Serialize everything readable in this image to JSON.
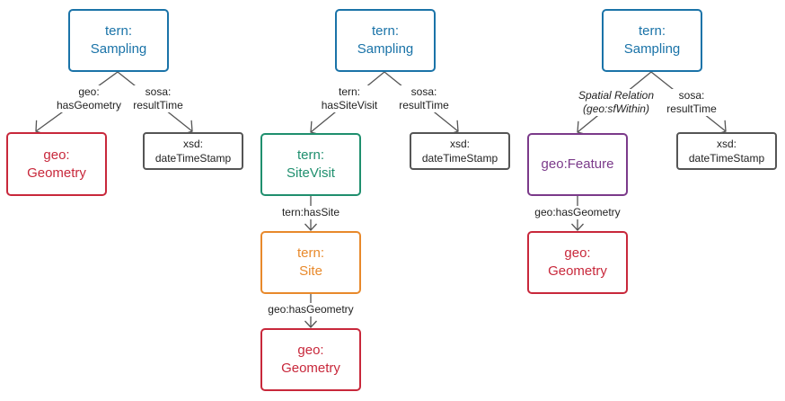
{
  "colors": {
    "sampling": "#1a73a8",
    "geometry": "#c8283b",
    "site_visit": "#1f8f6e",
    "site": "#e8892b",
    "feature": "#7b3a8a",
    "literal": "#555555",
    "edge": "#555555"
  },
  "diagram1": {
    "sampling": "tern:\nSampling",
    "geometry": "geo:\nGeometry",
    "result_time": "xsd:\ndateTimeStamp",
    "edge_has_geometry": "geo:\nhasGeometry",
    "edge_result_time": "sosa:\nresultTime"
  },
  "diagram2": {
    "sampling": "tern:\nSampling",
    "site_visit": "tern:\nSiteVisit",
    "site": "tern:\nSite",
    "geometry": "geo:\nGeometry",
    "result_time": "xsd:\ndateTimeStamp",
    "edge_has_site_visit": "tern:\nhasSiteVisit",
    "edge_result_time": "sosa:\nresultTime",
    "edge_has_site": "tern:hasSite",
    "edge_has_geometry": "geo:hasGeometry"
  },
  "diagram3": {
    "sampling": "tern:\nSampling",
    "feature": "geo:Feature",
    "geometry": "geo:\nGeometry",
    "result_time": "xsd:\ndateTimeStamp",
    "edge_spatial_relation": "Spatial Relation\n(geo:sfWithin)",
    "edge_result_time": "sosa:\nresultTime",
    "edge_has_geometry": "geo:hasGeometry"
  }
}
